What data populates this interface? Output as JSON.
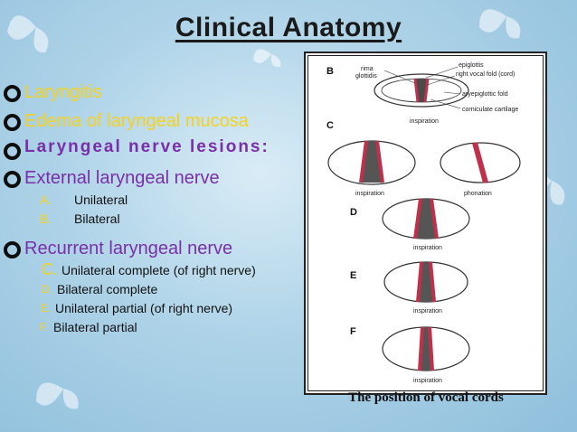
{
  "slide": {
    "title": "Clinical Anatomy",
    "bullets": [
      {
        "text": "Laryngitis",
        "color": "#f5d21f"
      },
      {
        "text": "Edema of laryngeal mucosa",
        "color": "#f5d21f"
      },
      {
        "text": "Laryngeal nerve lesions:",
        "color": "#7a2fa8"
      },
      {
        "text": "External laryngeal nerve",
        "color": "#3a55c8"
      }
    ],
    "external_sub": [
      {
        "marker": "A.",
        "text": "Unilateral"
      },
      {
        "marker": "B.",
        "text": "Bilateral"
      }
    ],
    "recurrent": {
      "text": "Recurrent laryngeal nerve",
      "color": "#7a2fa8"
    },
    "recurrent_sub": [
      {
        "marker": "C.",
        "text": "Unilateral complete (of right nerve)"
      },
      {
        "marker": "D.",
        "text": "Bilateral complete"
      },
      {
        "marker": "E.",
        "text": "Unilateral partial (of right nerve)"
      },
      {
        "marker": "F.",
        "text": "Bilateral partial"
      }
    ]
  },
  "figure": {
    "panels": [
      "B",
      "C",
      "D",
      "E",
      "F"
    ],
    "labels": {
      "rima": "rima",
      "glottidis": "glottidis",
      "epiglottis": "epiglottis",
      "vocal_fold": "right vocal fold (cord)",
      "aryepiglottic": "aryepiglottic fold",
      "corniculate": "corniculate cartilage",
      "inspiration": "inspiration",
      "phonation": "phonation"
    },
    "caption": "The position of vocal cords"
  }
}
